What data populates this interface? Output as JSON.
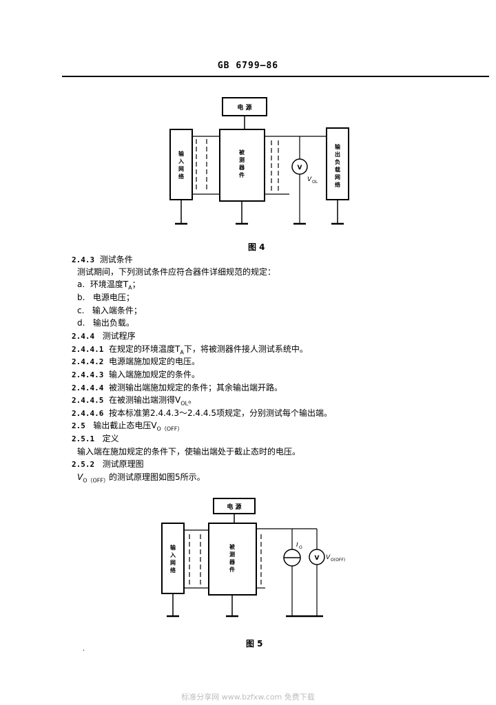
{
  "header": {
    "standard_id": "GB 6799—86"
  },
  "figure4": {
    "power": "电 源",
    "input_network": [
      "输",
      "入",
      "网",
      "络"
    ],
    "dut": [
      "被",
      "测",
      "器",
      "件"
    ],
    "output_load": [
      "输",
      "出",
      "负",
      "载",
      "网",
      "络"
    ],
    "voltmeter": "V",
    "voltmeter_label": "V",
    "voltmeter_sub": "OL",
    "caption": "图 4"
  },
  "sections": [
    {
      "num": "2.4.3",
      "text": "测试条件"
    },
    {
      "num": "",
      "text": "测试期间，下列测试条件应符合器件详细规范的规定："
    },
    {
      "num": "a.",
      "text": "环境温度T",
      "sub": "A",
      "tail": "；"
    },
    {
      "num": "b.",
      "text": "电源电压；"
    },
    {
      "num": "c.",
      "text": "输入端条件；"
    },
    {
      "num": "d.",
      "text": "输出负载。"
    },
    {
      "num": "2.4.4",
      "text": "测试程序"
    },
    {
      "num": "2.4.4.1",
      "text": "在规定的环境温度T",
      "sub": "A",
      "tail": "下，将被测器件接人测试系统中。"
    },
    {
      "num": "2.4.4.2",
      "text": "电源端施加规定的电压。"
    },
    {
      "num": "2.4.4.3",
      "text": "输入端施加规定的条件。"
    },
    {
      "num": "2.4.4.4",
      "text": "被测输出端施加规定的条件；其余输出端开路。"
    },
    {
      "num": "2.4.4.5",
      "text": "在被测输出端测得V",
      "sub": "OL",
      "tail": "。"
    },
    {
      "num": "2.4.4.6",
      "text": "按本标准第2.4.4.3～2.4.4.5项规定，分别测试每个输出端。"
    },
    {
      "num": "2.5",
      "text": "输出截止态电压V",
      "sub": "O（OFF）",
      "tail": ""
    },
    {
      "num": "2.5.1",
      "text": "定义"
    },
    {
      "num": "",
      "text": "输入端在施加规定的条件下，使输出端处于截止态时的电压。"
    },
    {
      "num": "2.5.2",
      "text": "测试原理图"
    },
    {
      "num": "",
      "text": "V",
      "sub": "O（OFF）",
      "tail": "的测试原理图如图5所示。"
    }
  ],
  "figure5": {
    "power": "电 源",
    "input_network": [
      "输",
      "入",
      "网",
      "络"
    ],
    "dut": [
      "被",
      "测",
      "器",
      "件"
    ],
    "current_label": "I",
    "current_sub": "O",
    "voltmeter": "V",
    "voltmeter_label": "V",
    "voltmeter_sub": "O(OFF)",
    "caption": "图 5"
  },
  "footnote_mark": "·",
  "watermark": "标准分享网 www.bzfxw.com 免费下载"
}
